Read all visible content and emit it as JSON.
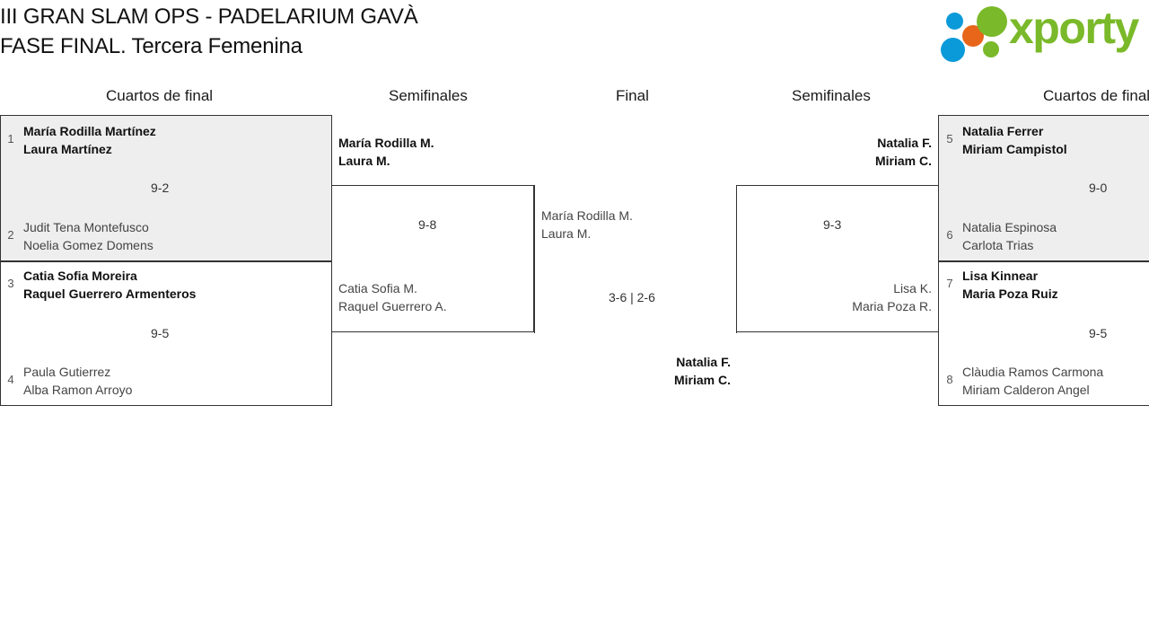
{
  "header": {
    "title": "III GRAN SLAM OPS - PADELARIUM GAVÀ\nFASE FINAL. Tercera Femenina",
    "logo": {
      "wordmark": "xporty",
      "green": "#7ab929",
      "blue": "#0b9ad9",
      "orange": "#e8661a"
    }
  },
  "rounds": {
    "left_quarters": "Cuartos de final",
    "left_semis": "Semifinales",
    "final": "Final",
    "right_semis": "Semifinales",
    "right_quarters": "Cuartos de final"
  },
  "bracket": {
    "left_quarterfinals": [
      {
        "seed_top": "1",
        "team_top": "María Rodilla Martínez\nLaura Martínez",
        "seed_bottom": "2",
        "team_bottom": "Judit Tena Montefusco\nNoelia Gomez Domens",
        "score": "9-2",
        "winner": "top",
        "shaded": true
      },
      {
        "seed_top": "3",
        "team_top": "Catia Sofia Moreira\nRaquel Guerrero Armenteros",
        "seed_bottom": "4",
        "team_bottom": "Paula Gutierrez\nAlba Ramon Arroyo",
        "score": "9-5",
        "winner": "top",
        "shaded": false
      }
    ],
    "left_semifinal": {
      "team_top": "María Rodilla M.\nLaura M.",
      "team_bottom": "Catia Sofia M.\nRaquel Guerrero A.",
      "score": "9-8",
      "winner": "top"
    },
    "final": {
      "team_left": "María Rodilla M.\nLaura M.",
      "team_right": "Natalia F.\nMiriam C.",
      "score": "3-6 | 2-6",
      "champion": "Natalia F.\nMiriam C.",
      "winner": "right"
    },
    "right_semifinal": {
      "team_top": "Natalia F.\nMiriam C.",
      "team_bottom": "Lisa K.\nMaria Poza R.",
      "score": "9-3",
      "winner": "top"
    },
    "right_quarterfinals": [
      {
        "seed_top": "5",
        "team_top": "Natalia Ferrer\nMiriam Campistol",
        "seed_bottom": "6",
        "team_bottom": "Natalia Espinosa\nCarlota Trias",
        "score": "9-0",
        "winner": "top",
        "shaded": true
      },
      {
        "seed_top": "7",
        "team_top": "Lisa Kinnear\nMaria Poza Ruiz",
        "seed_bottom": "8",
        "team_bottom": "Clàudia Ramos Carmona\nMiriam Calderon Angel",
        "score": "9-5",
        "winner": "top",
        "shaded": false
      }
    ]
  }
}
